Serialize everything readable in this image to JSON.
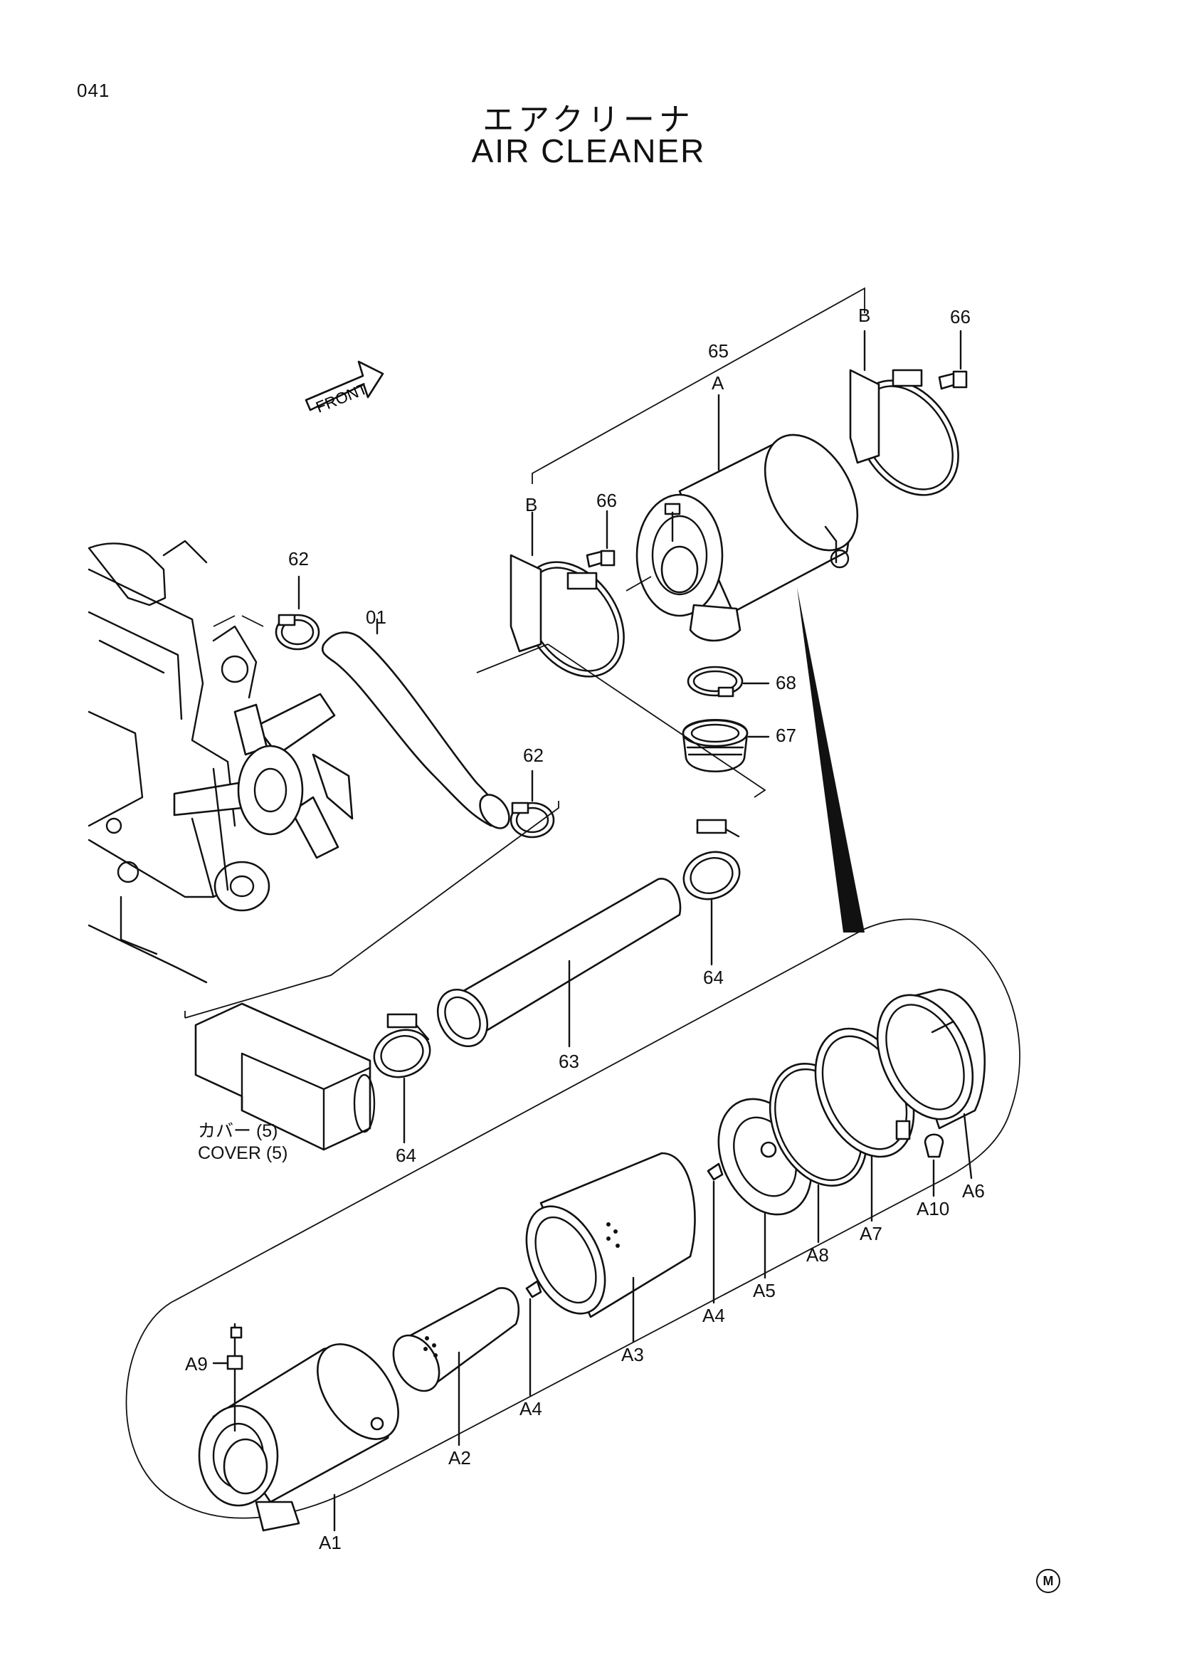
{
  "page_number": "041",
  "title_jp": "エアクリーナ",
  "title_en": "AIR CLEANER",
  "front_label": "FRONT",
  "cover_label": {
    "jp": "カバー (5)",
    "en": "COVER (5)"
  },
  "callouts": {
    "c01": "01",
    "c62a": "62",
    "c62b": "62",
    "c63": "63",
    "c64a": "64",
    "c64b": "64",
    "c65": "65",
    "c66a": "66",
    "c66b": "66",
    "c67": "67",
    "c68": "68",
    "cA": "A",
    "cBa": "B",
    "cBb": "B",
    "cA1": "A1",
    "cA2": "A2",
    "cA3": "A3",
    "cA4a": "A4",
    "cA4b": "A4",
    "cA5": "A5",
    "cA6": "A6",
    "cA7": "A7",
    "cA8": "A8",
    "cA9": "A9",
    "cA10": "A10"
  },
  "maker_mark": "M"
}
